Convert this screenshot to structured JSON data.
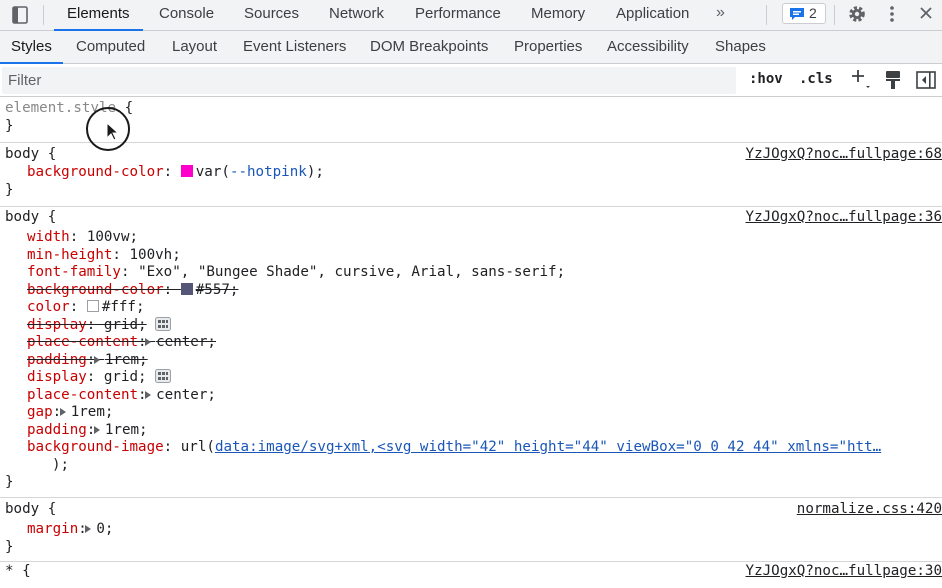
{
  "top_tabs": [
    "Elements",
    "Console",
    "Sources",
    "Network",
    "Performance",
    "Memory",
    "Application"
  ],
  "more_tabs_glyph": "»",
  "issues_count": "2",
  "sub_tabs": [
    "Styles",
    "Computed",
    "Layout",
    "Event Listeners",
    "DOM Breakpoints",
    "Properties",
    "Accessibility",
    "Shapes"
  ],
  "filter": {
    "placeholder": "Filter",
    "hov": ":hov",
    "cls": ".cls"
  },
  "colors": {
    "accent": "#1a73e8",
    "hotpink_swatch": "#ff00cc",
    "swatch_557": "#555577",
    "swatch_fff": "#ffffff"
  },
  "icons": [
    "inspect-element-icon",
    "issues-icon",
    "gear-icon",
    "kebab-menu-icon",
    "close-icon",
    "plus-icon",
    "paint-brush-icon",
    "sidebar-toggle-icon",
    "grid-editor-icon"
  ],
  "rules": {
    "element_style": {
      "selector": "element.style",
      "open": " {",
      "close": "}"
    },
    "r1": {
      "selector": "body",
      "open": " {",
      "close": "}",
      "source": "YzJOgxQ?noc…fullpage:68",
      "prop": "background-color",
      "var_prefix": "var(",
      "var_name": "--hotpink",
      "var_suffix": ");"
    },
    "r2": {
      "selector": "body",
      "open": " {",
      "close": "}",
      "source": "YzJOgxQ?noc…fullpage:36",
      "width_prop": "width",
      "width_val": "100vw;",
      "minh_prop": "min-height",
      "minh_val": "100vh;",
      "font_prop": "font-family",
      "font_val": "\"Exo\", \"Bungee Shade\", cursive, Arial, sans-serif;",
      "bg_prop": "background-color",
      "bg_val": "#557;",
      "color_prop": "color",
      "color_val": "#fff;",
      "display1_prop": "display",
      "display1_val": "grid;",
      "place1_prop": "place-content",
      "place1_val": "center;",
      "padding1_prop": "padding",
      "padding1_val": "1rem;",
      "display2_prop": "display",
      "display2_val": "grid;",
      "place2_prop": "place-content",
      "place2_val": "center;",
      "gap_prop": "gap",
      "gap_val": "1rem;",
      "padding2_prop": "padding",
      "padding2_val": "1rem;",
      "bgimg_prop": "background-image",
      "bgimg_prefix": "url(",
      "bgimg_link": "data:image/svg+xml,<svg width=\"42\" height=\"44\" viewBox=\"0 0 42 44\" xmlns=\"htt…",
      "bgimg_suffix": ");"
    },
    "r3": {
      "selector": "body",
      "open": " {",
      "close": "}",
      "source": "normalize.css:420",
      "prop": "margin",
      "val": "0;"
    },
    "r4": {
      "selector": "*",
      "open": " {",
      "source": "YzJOgxQ?noc…fullpage:30"
    }
  },
  "colon": ": "
}
